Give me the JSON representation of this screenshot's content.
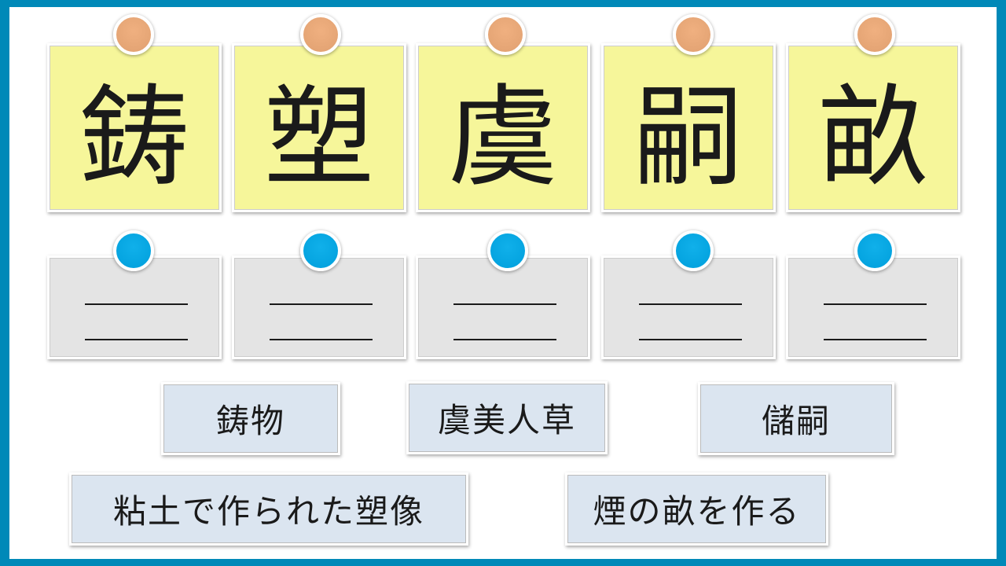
{
  "kanji": [
    "鋳",
    "塑",
    "虞",
    "嗣",
    "畝"
  ],
  "answers": [
    "鋳物",
    "虞美人草",
    "儲嗣",
    "粘土で作られた塑像",
    "煙の畝を作る"
  ],
  "colors": {
    "frame": "#0089b8",
    "card": "#f6f69a",
    "blank": "#e4e4e4",
    "answer": "#dbe5f0",
    "pin_top": "#e8a878",
    "pin_bottom": "#009fdc"
  }
}
